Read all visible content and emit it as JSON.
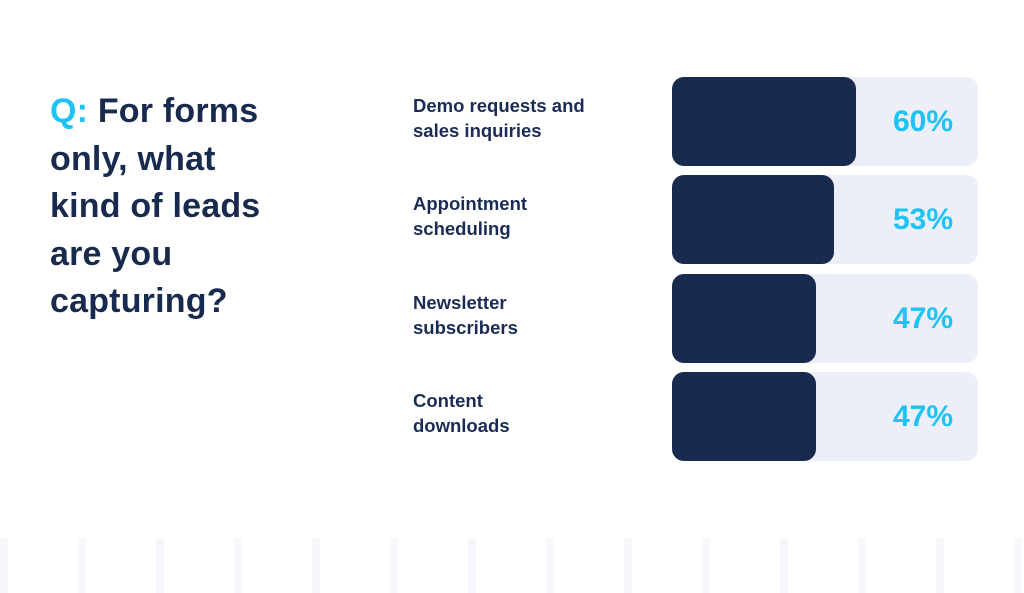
{
  "headline": {
    "prefix": "Q:",
    "lines": [
      "For forms",
      "only, what",
      "kind of leads",
      "are you",
      "capturing?"
    ],
    "text": "For forms only, what kind of leads are you capturing?"
  },
  "colors": {
    "accent": "#1ec3f4",
    "bar_fill": "#182a4e",
    "bar_track": "#eceef8",
    "text": "#182a4e",
    "background": "#f6f7fd",
    "grid_cell": "#ffffff"
  },
  "rows": [
    {
      "label_line1": "Demo requests and",
      "label_line2": "sales inquiries",
      "value_label": "60%"
    },
    {
      "label_line1": "Appointment",
      "label_line2": "scheduling",
      "value_label": "53%"
    },
    {
      "label_line1": "Newsletter",
      "label_line2": "subscribers",
      "value_label": "47%"
    },
    {
      "label_line1": "Content",
      "label_line2": "downloads",
      "value_label": "47%"
    }
  ],
  "chart_data": {
    "type": "bar",
    "orientation": "horizontal",
    "title": "Q: For forms only, what kind of leads are you capturing?",
    "categories": [
      "Demo requests and sales inquiries",
      "Appointment scheduling",
      "Newsletter subscribers",
      "Content downloads"
    ],
    "values": [
      60,
      53,
      47,
      47
    ],
    "value_labels": [
      "60%",
      "53%",
      "47%",
      "47%"
    ],
    "xlabel": "",
    "ylabel": "",
    "unit": "%",
    "xlim": [
      0,
      100
    ],
    "grid": false,
    "legend": null
  }
}
